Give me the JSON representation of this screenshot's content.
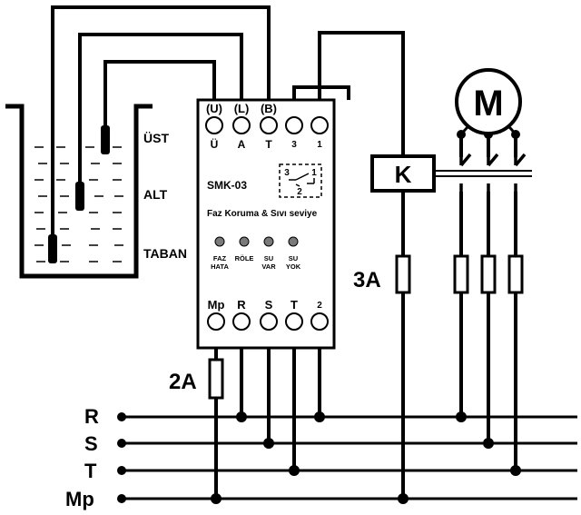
{
  "device": {
    "model": "SMK-03",
    "subtitle": "Faz Koruma & Sıvı seviye",
    "top_terminal_groups": [
      "(U)",
      "(L)",
      "(B)"
    ],
    "top_terminals": [
      "Ü",
      "A",
      "T",
      "3",
      "1"
    ],
    "relay_contacts": [
      "3",
      "1",
      "2"
    ],
    "leds": [
      {
        "line1": "FAZ",
        "line2": "HATA"
      },
      {
        "line1": "RÖLE",
        "line2": ""
      },
      {
        "line1": "SU",
        "line2": "VAR"
      },
      {
        "line1": "SU",
        "line2": "YOK"
      }
    ],
    "bottom_terminals": [
      "Mp",
      "R",
      "S",
      "T",
      "2"
    ]
  },
  "tank": {
    "probe_labels": [
      "ÜST",
      "ALT",
      "TABAN"
    ]
  },
  "contactor_label": "K",
  "motor_label": "M",
  "fuses": {
    "control": "2A",
    "coil": "3A"
  },
  "bus_lines": [
    "R",
    "S",
    "T",
    "Mp"
  ],
  "colors": {
    "line": "#000000",
    "led": "#7a7a7a",
    "background": "#ffffff"
  }
}
